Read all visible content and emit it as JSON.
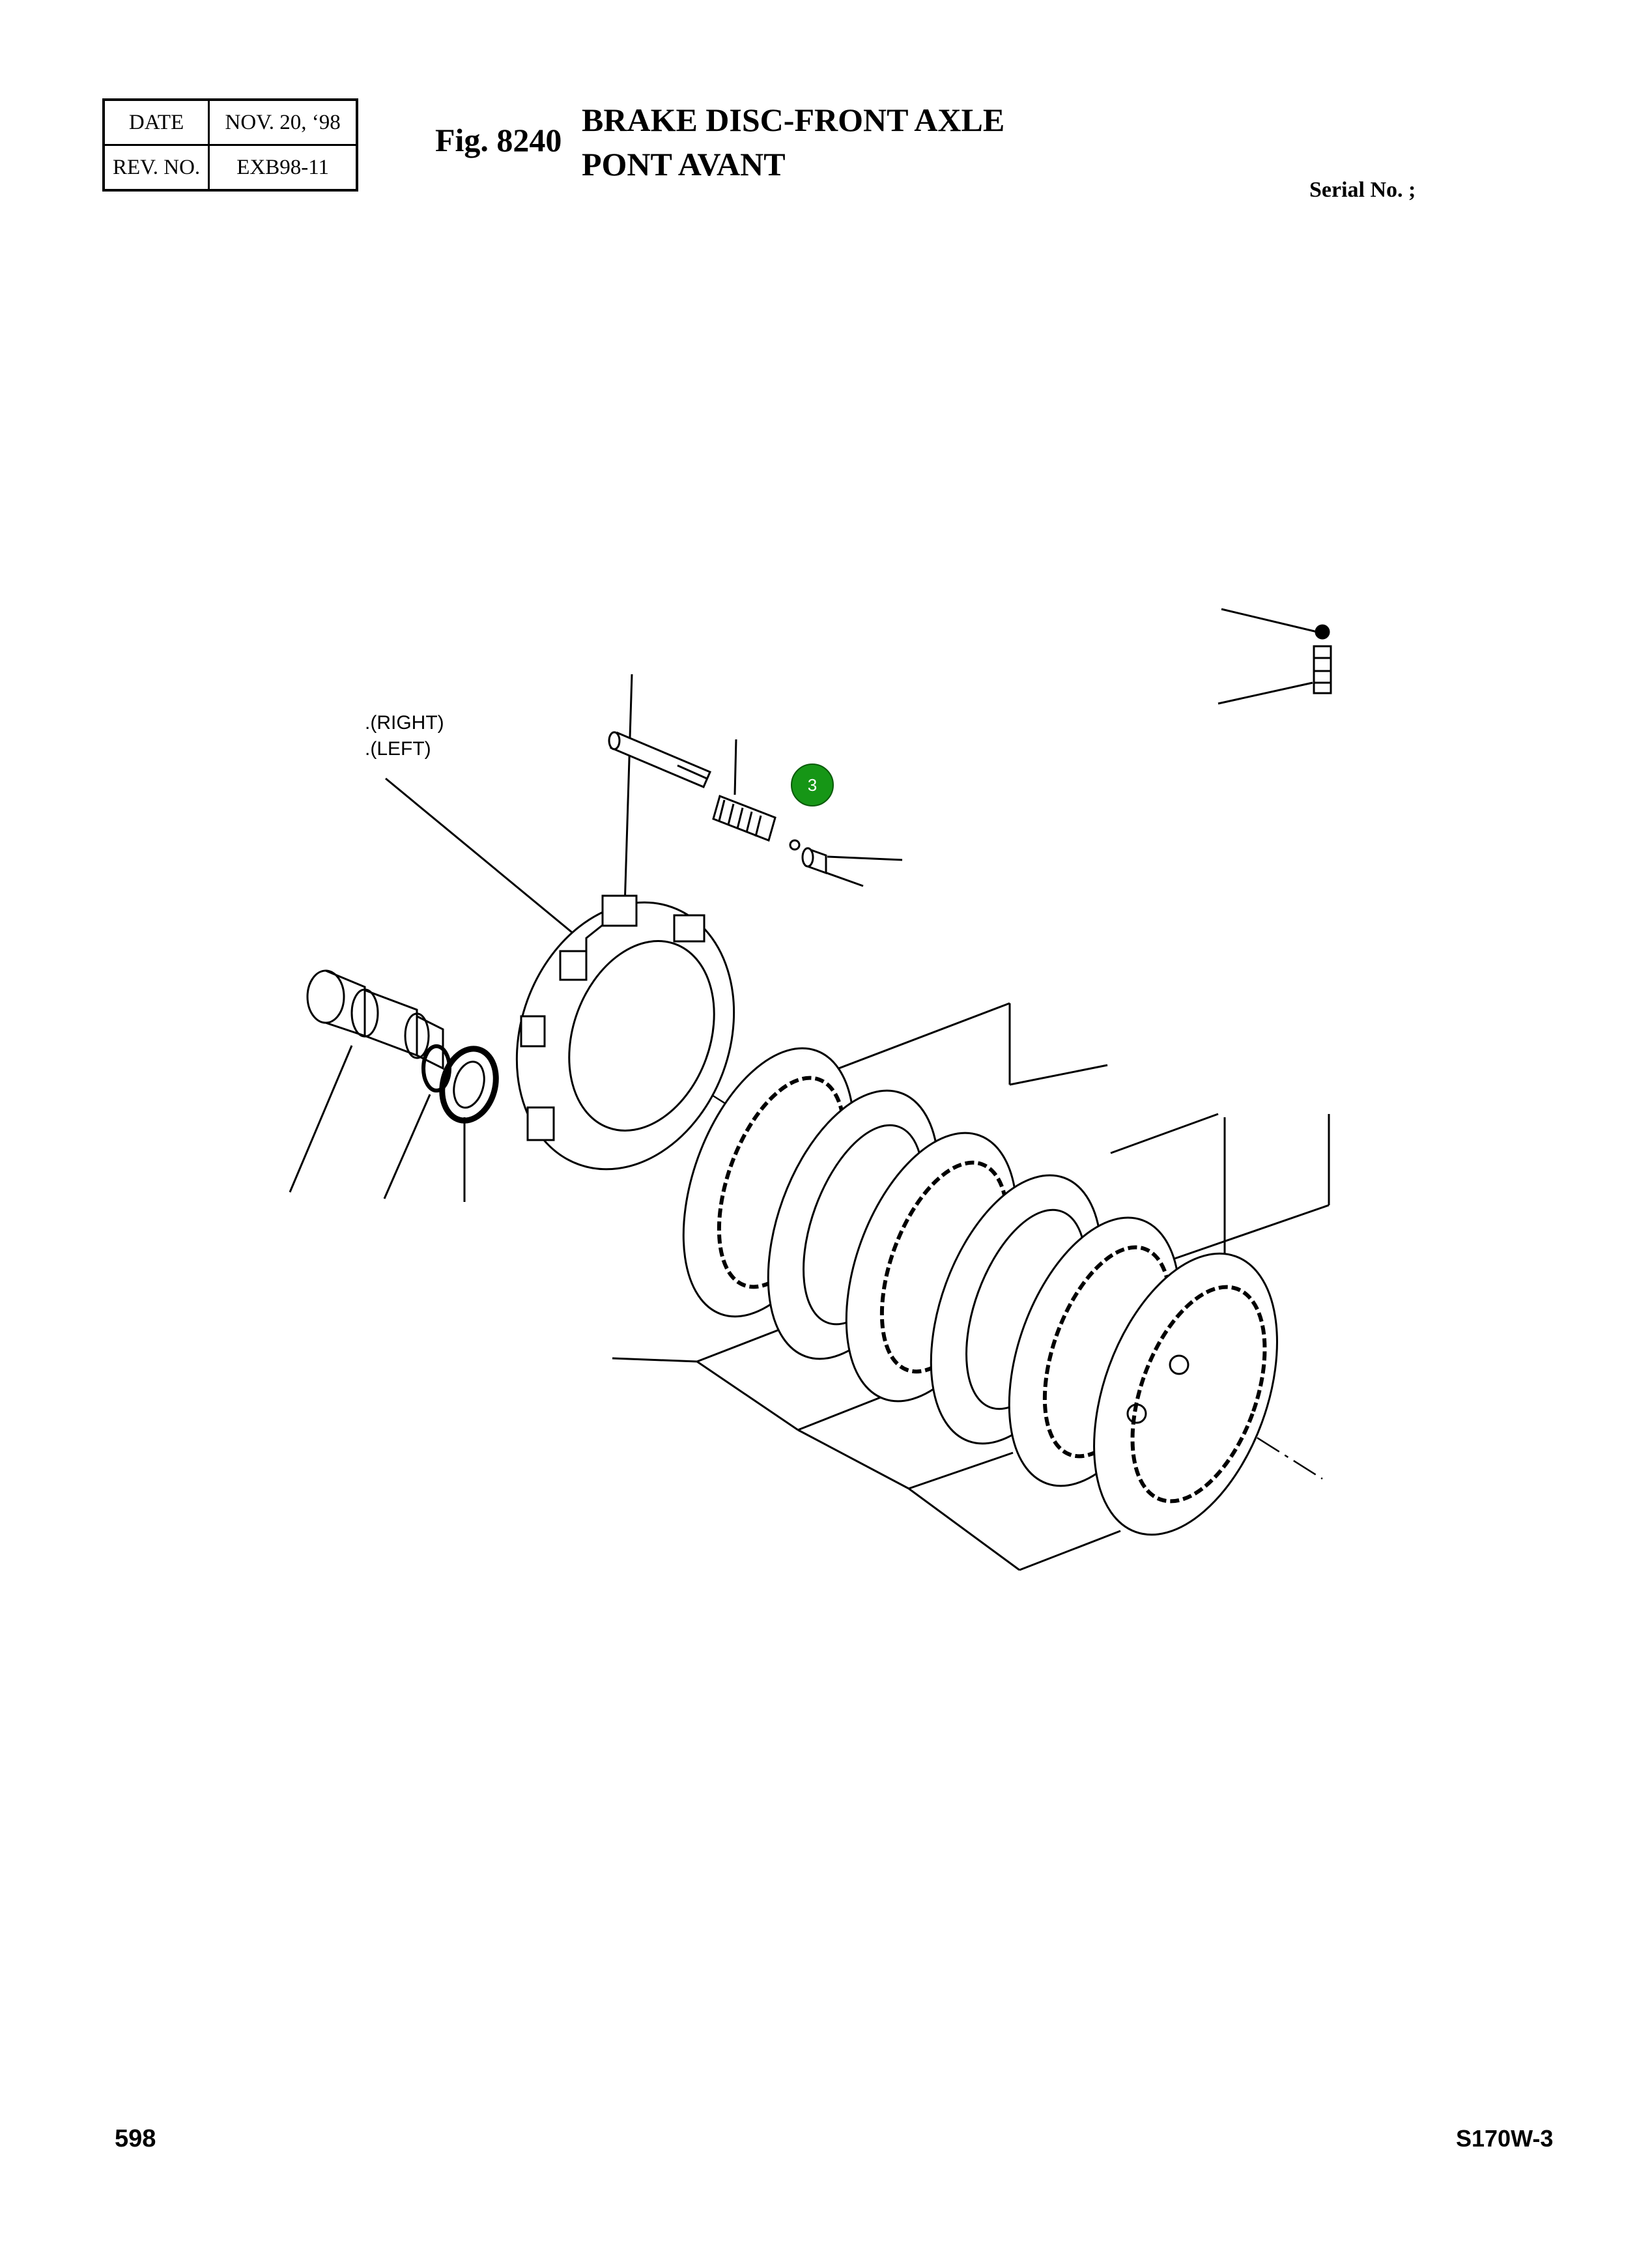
{
  "revision_box": {
    "date_label": "DATE",
    "date_value": "NOV. 20, ‘98",
    "rev_label": "REV. NO.",
    "rev_value": "EXB98-11"
  },
  "figure": {
    "number": "Fig. 8240",
    "title_line1": "BRAKE DISC-FRONT AXLE",
    "title_line2": "PONT AVANT"
  },
  "serial_label": "Serial No. ;",
  "callouts": {
    "right": ".(RIGHT)",
    "left": ".(LEFT)"
  },
  "marker": {
    "label": "3",
    "color": "#169616"
  },
  "footer": {
    "page_number": "598",
    "model": "S170W-3"
  }
}
